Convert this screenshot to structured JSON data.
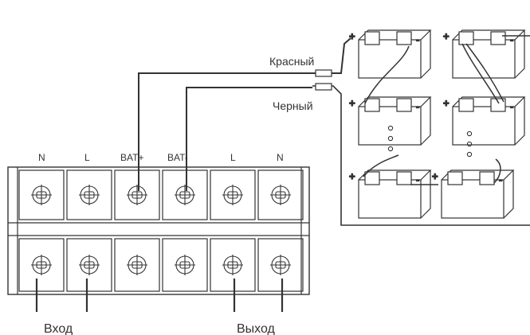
{
  "terminal_labels": [
    "N",
    "L",
    "BAT+",
    "BAT-",
    "L",
    "N"
  ],
  "wire_labels": {
    "red": "Красный",
    "black": "Черный"
  },
  "io_labels": {
    "input": "Вход",
    "output": "Выход"
  },
  "battery_signs": {
    "positive": "+",
    "negative": "-"
  },
  "colors": {
    "line": "#333333",
    "background": "#ffffff"
  }
}
